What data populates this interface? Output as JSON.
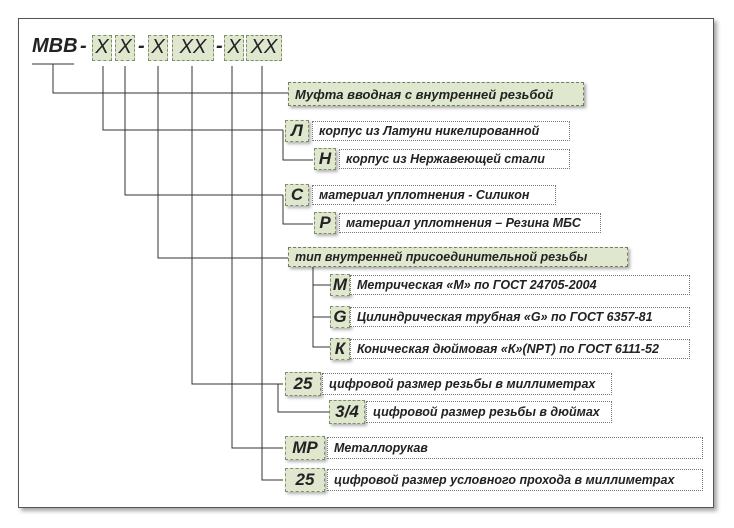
{
  "header": {
    "prefix": "МВВ",
    "dash": "-",
    "slots": [
      "X",
      "X",
      "X",
      "XX",
      "X",
      "XX"
    ]
  },
  "colors": {
    "box_fill": "#dfe7cf",
    "box_border": "#7f8f68",
    "line": "#333333"
  },
  "groups": {
    "title": "Муфта вводная с внутренней резьбой",
    "body": [
      {
        "code": "Л",
        "text": "корпус из Латуни никелированной"
      },
      {
        "code": "Н",
        "text": "корпус из Нержавеющей стали"
      }
    ],
    "seal": [
      {
        "code": "С",
        "text": "материал уплотнения - Силикон"
      },
      {
        "code": "Р",
        "text": "материал уплотнения – Резина МБС"
      }
    ],
    "thread_type": {
      "title": "тип внутренней присоединительной резьбы",
      "items": [
        {
          "code": "М",
          "text": "Метрическая «М» по ГОСТ 24705-2004"
        },
        {
          "code": "G",
          "text": "Цилиндрическая трубная «G» по ГОСТ 6357-81"
        },
        {
          "code": "К",
          "text": "Коническая дюймовая «К»(NPT) по ГОСТ 6111-52"
        }
      ]
    },
    "thread_size": [
      {
        "code": "25",
        "text": "цифровой размер резьбы в миллиметрах"
      },
      {
        "code": "3/4",
        "text": "цифровой размер резьбы в дюймах"
      }
    ],
    "hose": {
      "code": "МР",
      "text": "Металлорукав"
    },
    "bore": {
      "code": "25",
      "text": "цифровой размер условного прохода в миллиметрах"
    }
  }
}
